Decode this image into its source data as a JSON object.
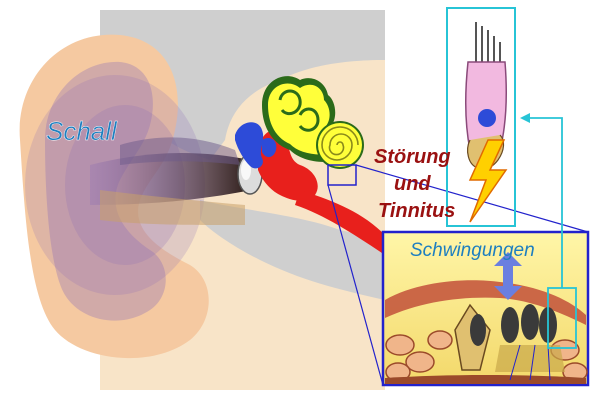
{
  "labels": {
    "sound": "Schall",
    "disorder_line1": "Störung",
    "disorder_line2": "und",
    "disorder_line3": "Tinnitus",
    "vibrations": "Schwingungen"
  },
  "colors": {
    "background": "#ffffff",
    "skin": "#f5c9a1",
    "head_bg": "#f8e4c8",
    "bone_grey": "#cfcfcf",
    "sound_purple": "#8e6fb5",
    "canal_dark": "#4a3322",
    "middle_ear_red": "#e8201c",
    "ossicle_blue": "#2d4bd8",
    "cochlea_yellow": "#ffff3a",
    "vestibular_green": "#2b6b1a",
    "frame_blue": "#2222cc",
    "cell_frame_cyan": "#27c4d6",
    "hair_cell_pink": "#f2b9e0",
    "lightning_yellow": "#ffd000",
    "text_disorder": "#9a1111",
    "text_sound": "#1e7fc0",
    "arrow_blue": "#6a7fe0"
  },
  "icons": {
    "lightning": "lightning-icon",
    "double_arrow": "up-down-arrow-icon",
    "connector": "cyan-connector-arrow-icon"
  }
}
